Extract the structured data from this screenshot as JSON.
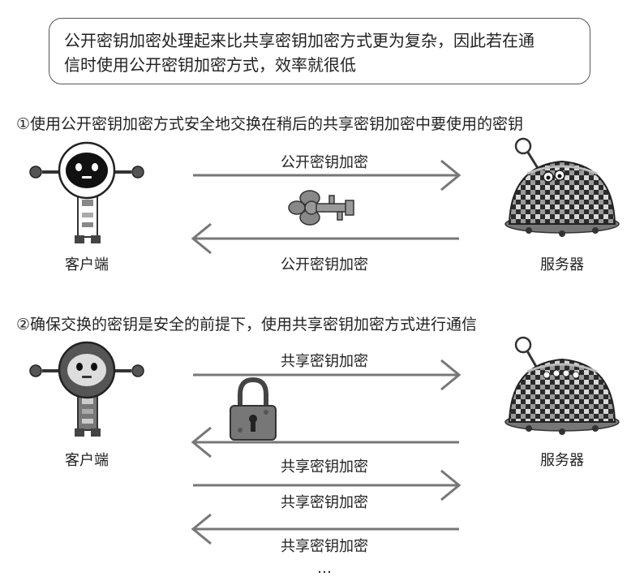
{
  "note": {
    "line1": "公开密钥加密处理起来比共享密钥加密方式更为复杂，因此若在通",
    "line2": "信时使用公开密钥加密方式，效率就很低"
  },
  "step1": {
    "heading": "①使用公开密钥加密方式安全地交换在稍后的共享密钥加密中要使用的密钥",
    "arrow_top_label": "公开密钥加密",
    "arrow_bottom_label": "公开密钥加密",
    "client_label": "客户端",
    "server_label": "服务器",
    "payload_icon": "key-icon"
  },
  "step2": {
    "heading": "②确保交换的密钥是安全的前提下，使用共享密钥加密方式进行通信",
    "arrow_labels": [
      "共享密钥加密",
      "共享密钥加密",
      "共享密钥加密",
      "共享密钥加密"
    ],
    "client_label": "客户端",
    "server_label": "服务器",
    "payload_icon": "padlock-icon",
    "ellipsis": "…"
  }
}
